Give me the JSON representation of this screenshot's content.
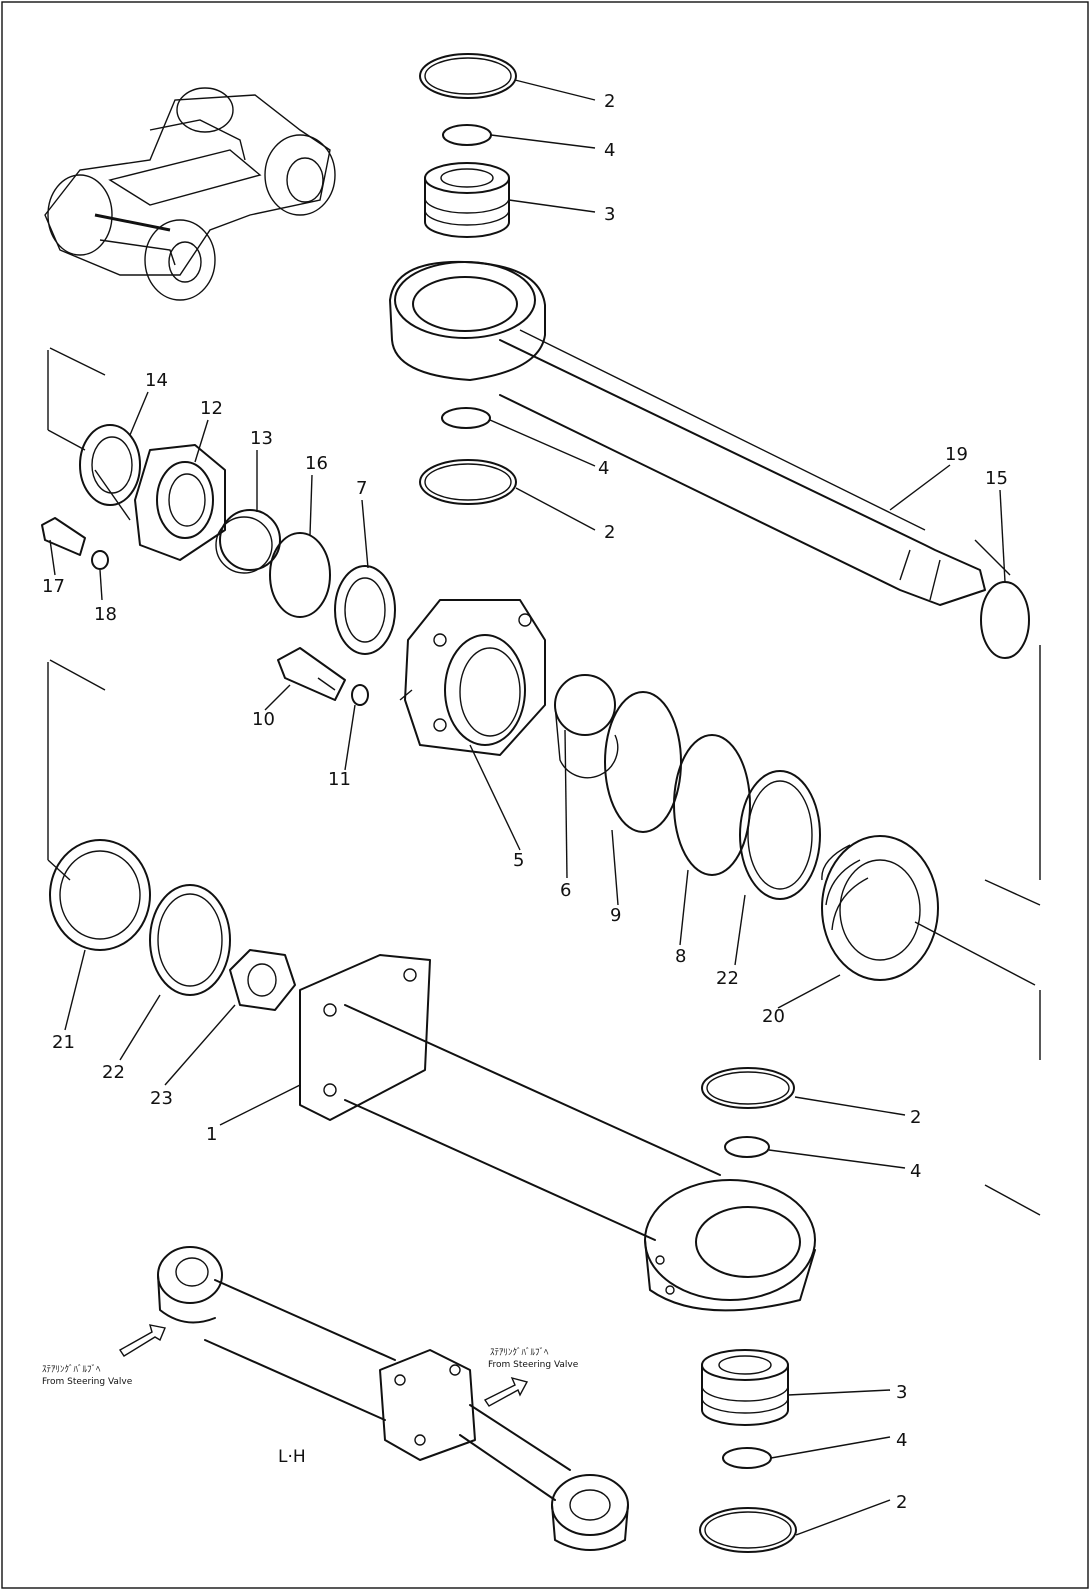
{
  "diagram": {
    "side_label": "L·H",
    "notes": [
      {
        "jp": "ｽﾃｱﾘﾝｸﾞﾊﾞﾙﾌﾞﾍ",
        "en": "From Steering Valve"
      },
      {
        "jp": "ｽﾃｱﾘﾝｸﾞﾊﾞﾙﾌﾞﾍ",
        "en": "From Steering Valve"
      }
    ],
    "callouts": [
      {
        "text": "2"
      },
      {
        "text": "4"
      },
      {
        "text": "3"
      },
      {
        "text": "4"
      },
      {
        "text": "2"
      },
      {
        "text": "14"
      },
      {
        "text": "12"
      },
      {
        "text": "13"
      },
      {
        "text": "16"
      },
      {
        "text": "7"
      },
      {
        "text": "19"
      },
      {
        "text": "15"
      },
      {
        "text": "17"
      },
      {
        "text": "18"
      },
      {
        "text": "10"
      },
      {
        "text": "11"
      },
      {
        "text": "5"
      },
      {
        "text": "6"
      },
      {
        "text": "9"
      },
      {
        "text": "8"
      },
      {
        "text": "22"
      },
      {
        "text": "20"
      },
      {
        "text": "21"
      },
      {
        "text": "22"
      },
      {
        "text": "23"
      },
      {
        "text": "1"
      },
      {
        "text": "2"
      },
      {
        "text": "4"
      },
      {
        "text": "3"
      },
      {
        "text": "4"
      },
      {
        "text": "2"
      }
    ]
  }
}
